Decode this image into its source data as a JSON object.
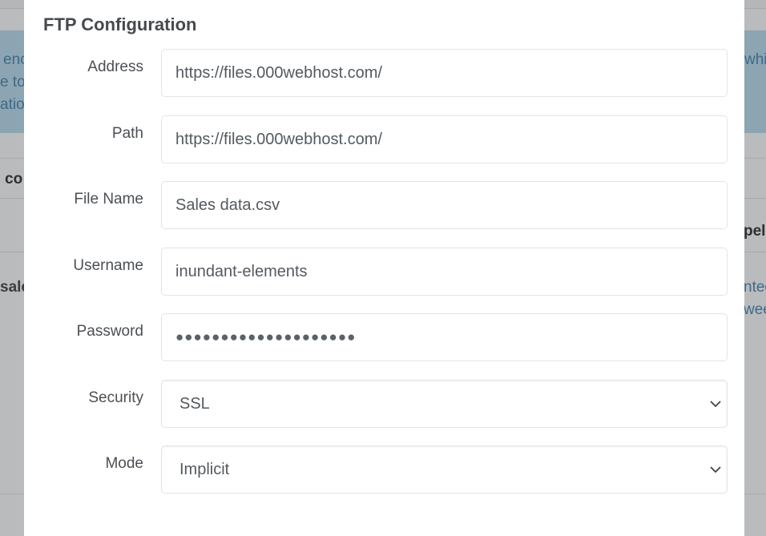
{
  "background": {
    "alert_fragments": [
      "enc",
      "e to",
      "atio",
      "whic"
    ],
    "row1_fragment": "co",
    "row2_fragment": "pel",
    "row3_fragments": [
      "sale",
      "nteg",
      "weel"
    ]
  },
  "modal": {
    "title": "FTP Configuration",
    "fields": {
      "address": {
        "label": "Address",
        "value": "https://files.000webhost.com/"
      },
      "path": {
        "label": "Path",
        "value": "https://files.000webhost.com/"
      },
      "file_name": {
        "label": "File Name",
        "value": "Sales data.csv"
      },
      "username": {
        "label": "Username",
        "value": "inundant-elements"
      },
      "password": {
        "label": "Password",
        "value": "●●●●●●●●●●●●●●●●●●●●"
      },
      "security": {
        "label": "Security",
        "value": "SSL",
        "icon": "chevron-down-icon"
      },
      "mode": {
        "label": "Mode",
        "value": "Implicit",
        "icon": "chevron-down-icon"
      }
    }
  },
  "colors": {
    "overlay": "#b9bbbd",
    "alert_bg": "#8da4b2",
    "link": "#3d6a87",
    "label": "#4b4f54",
    "input_text": "#545a60",
    "input_border": "#e1e4e8"
  }
}
